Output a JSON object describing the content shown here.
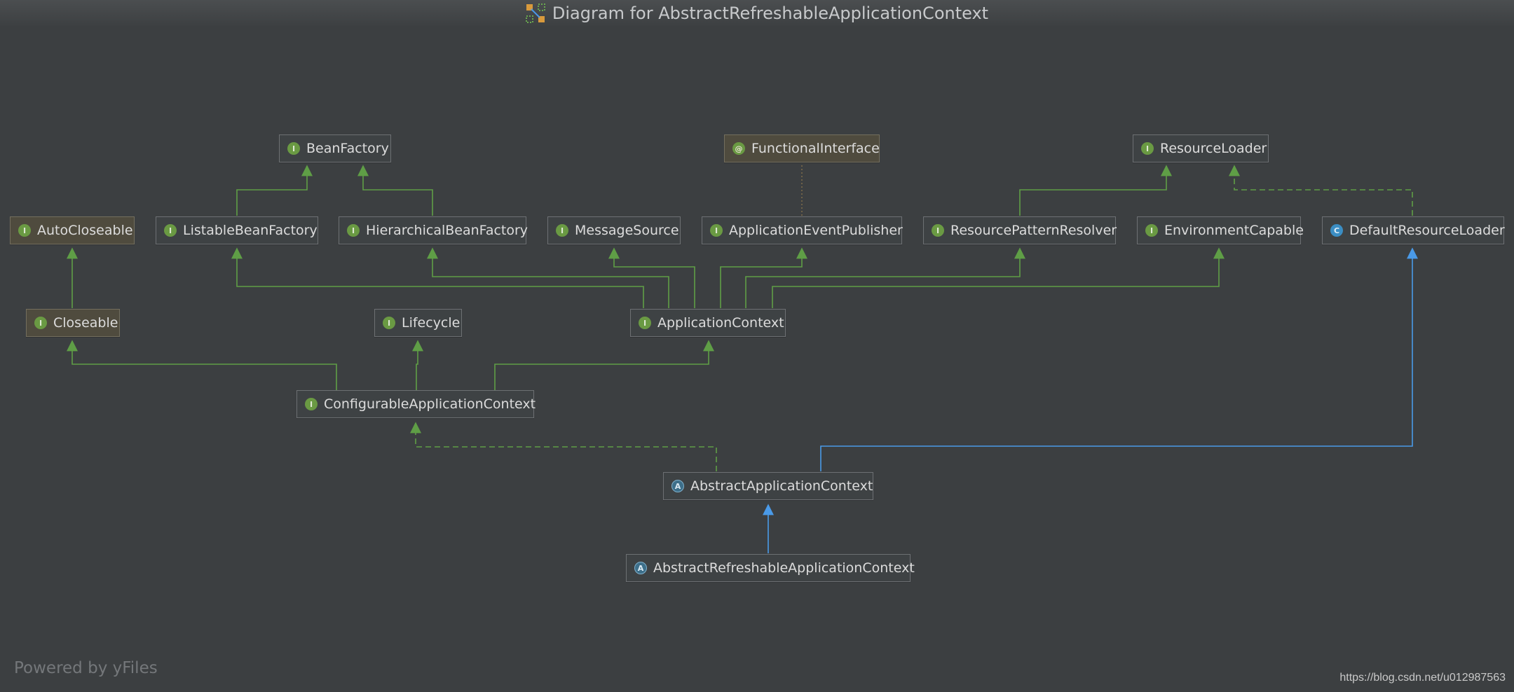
{
  "window": {
    "title": "Diagram for AbstractRefreshableApplicationContext"
  },
  "nodes": {
    "BeanFactory": {
      "label": "BeanFactory",
      "kind": "interface",
      "badge": "I"
    },
    "FunctionalInterface": {
      "label": "FunctionalInterface",
      "kind": "annotation",
      "badge": "@"
    },
    "ResourceLoader": {
      "label": "ResourceLoader",
      "kind": "interface",
      "badge": "I"
    },
    "AutoCloseable": {
      "label": "AutoCloseable",
      "kind": "interface",
      "badge": "I"
    },
    "ListableBeanFactory": {
      "label": "ListableBeanFactory",
      "kind": "interface",
      "badge": "I"
    },
    "HierarchicalBeanFactory": {
      "label": "HierarchicalBeanFactory",
      "kind": "interface",
      "badge": "I"
    },
    "MessageSource": {
      "label": "MessageSource",
      "kind": "interface",
      "badge": "I"
    },
    "ApplicationEventPublisher": {
      "label": "ApplicationEventPublisher",
      "kind": "interface",
      "badge": "I"
    },
    "ResourcePatternResolver": {
      "label": "ResourcePatternResolver",
      "kind": "interface",
      "badge": "I"
    },
    "EnvironmentCapable": {
      "label": "EnvironmentCapable",
      "kind": "interface",
      "badge": "I"
    },
    "DefaultResourceLoader": {
      "label": "DefaultResourceLoader",
      "kind": "class",
      "badge": "C"
    },
    "Closeable": {
      "label": "Closeable",
      "kind": "interface",
      "badge": "I"
    },
    "Lifecycle": {
      "label": "Lifecycle",
      "kind": "interface",
      "badge": "I"
    },
    "ApplicationContext": {
      "label": "ApplicationContext",
      "kind": "interface",
      "badge": "I"
    },
    "ConfigurableApplicationContext": {
      "label": "ConfigurableApplicationContext",
      "kind": "interface",
      "badge": "I"
    },
    "AbstractApplicationContext": {
      "label": "AbstractApplicationContext",
      "kind": "abstract-class",
      "badge": "A"
    },
    "AbstractRefreshableApplicationContext": {
      "label": "AbstractRefreshableApplicationContext",
      "kind": "abstract-class",
      "badge": "A"
    }
  },
  "relations": [
    {
      "from": "ListableBeanFactory",
      "to": "BeanFactory",
      "type": "extends"
    },
    {
      "from": "HierarchicalBeanFactory",
      "to": "BeanFactory",
      "type": "extends"
    },
    {
      "from": "ApplicationEventPublisher",
      "to": "FunctionalInterface",
      "type": "annotated-with"
    },
    {
      "from": "ResourcePatternResolver",
      "to": "ResourceLoader",
      "type": "extends"
    },
    {
      "from": "DefaultResourceLoader",
      "to": "ResourceLoader",
      "type": "implements"
    },
    {
      "from": "Closeable",
      "to": "AutoCloseable",
      "type": "extends"
    },
    {
      "from": "ApplicationContext",
      "to": "ListableBeanFactory",
      "type": "extends"
    },
    {
      "from": "ApplicationContext",
      "to": "HierarchicalBeanFactory",
      "type": "extends"
    },
    {
      "from": "ApplicationContext",
      "to": "MessageSource",
      "type": "extends"
    },
    {
      "from": "ApplicationContext",
      "to": "ApplicationEventPublisher",
      "type": "extends"
    },
    {
      "from": "ApplicationContext",
      "to": "ResourcePatternResolver",
      "type": "extends"
    },
    {
      "from": "ApplicationContext",
      "to": "EnvironmentCapable",
      "type": "extends"
    },
    {
      "from": "ConfigurableApplicationContext",
      "to": "Closeable",
      "type": "extends"
    },
    {
      "from": "ConfigurableApplicationContext",
      "to": "Lifecycle",
      "type": "extends"
    },
    {
      "from": "ConfigurableApplicationContext",
      "to": "ApplicationContext",
      "type": "extends"
    },
    {
      "from": "AbstractApplicationContext",
      "to": "ConfigurableApplicationContext",
      "type": "implements"
    },
    {
      "from": "AbstractApplicationContext",
      "to": "DefaultResourceLoader",
      "type": "extends"
    },
    {
      "from": "AbstractRefreshableApplicationContext",
      "to": "AbstractApplicationContext",
      "type": "extends"
    }
  ],
  "colors": {
    "interface_edge": "#5f9e46",
    "class_edge": "#4a9ae8",
    "annotation_edge": "#7a6a4a",
    "background": "#3c3f41"
  },
  "footer": {
    "powered_by": "Powered by yFiles",
    "watermark": "https://blog.csdn.net/u012987563"
  }
}
